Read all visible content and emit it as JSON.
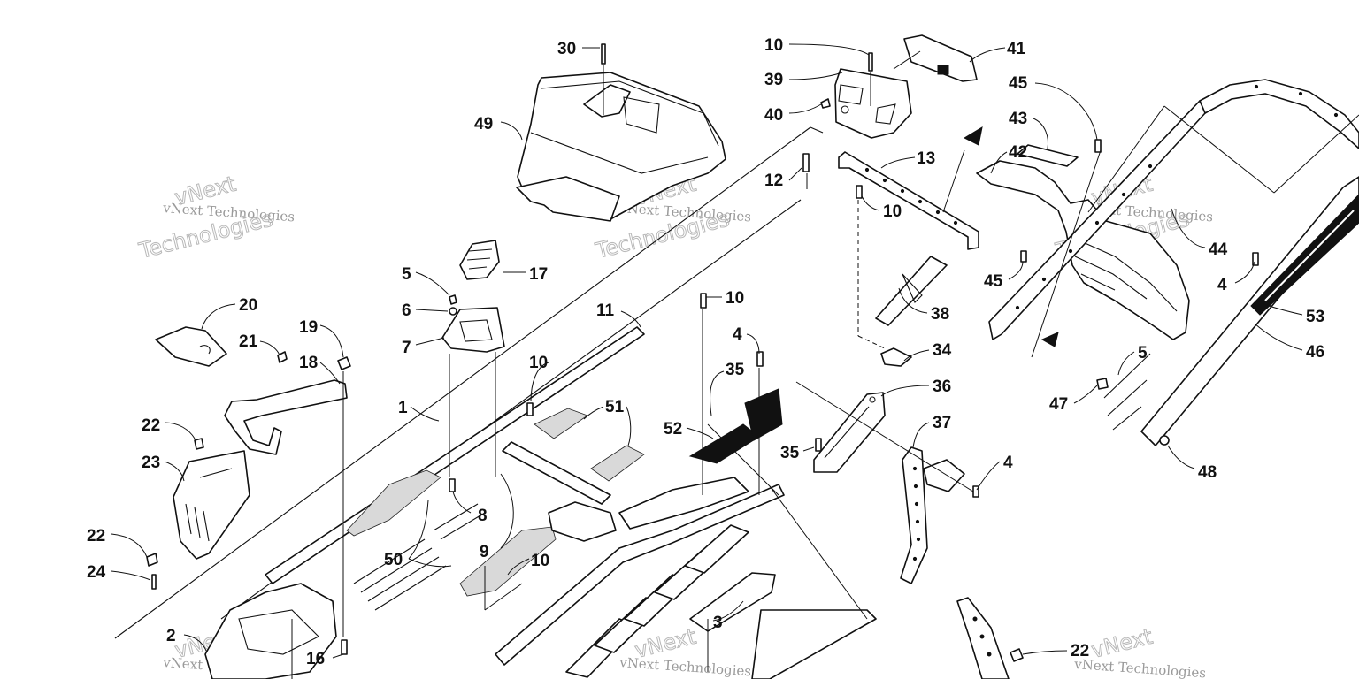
{
  "callouts": [
    {
      "id": "c30",
      "text": "30"
    },
    {
      "id": "c49",
      "text": "49"
    },
    {
      "id": "c10a",
      "text": "10"
    },
    {
      "id": "c39",
      "text": "39"
    },
    {
      "id": "c40",
      "text": "40"
    },
    {
      "id": "c41",
      "text": "41"
    },
    {
      "id": "c45a",
      "text": "45"
    },
    {
      "id": "c43",
      "text": "43"
    },
    {
      "id": "c42",
      "text": "42"
    },
    {
      "id": "c13",
      "text": "13"
    },
    {
      "id": "c12",
      "text": "12"
    },
    {
      "id": "c10b",
      "text": "10"
    },
    {
      "id": "c44",
      "text": "44"
    },
    {
      "id": "c45b",
      "text": "45"
    },
    {
      "id": "c4a",
      "text": "4"
    },
    {
      "id": "c53",
      "text": "53"
    },
    {
      "id": "c46",
      "text": "46"
    },
    {
      "id": "c5a",
      "text": "5"
    },
    {
      "id": "c47",
      "text": "47"
    },
    {
      "id": "c48",
      "text": "48"
    },
    {
      "id": "c38",
      "text": "38"
    },
    {
      "id": "c34",
      "text": "34"
    },
    {
      "id": "c36",
      "text": "36"
    },
    {
      "id": "c37",
      "text": "37"
    },
    {
      "id": "c4b",
      "text": "4"
    },
    {
      "id": "c10c",
      "text": "10"
    },
    {
      "id": "c4c",
      "text": "4"
    },
    {
      "id": "c35a",
      "text": "35"
    },
    {
      "id": "c11",
      "text": "11"
    },
    {
      "id": "c10d",
      "text": "10"
    },
    {
      "id": "c5b",
      "text": "5"
    },
    {
      "id": "c17",
      "text": "17"
    },
    {
      "id": "c6",
      "text": "6"
    },
    {
      "id": "c7",
      "text": "7"
    },
    {
      "id": "c20",
      "text": "20"
    },
    {
      "id": "c21",
      "text": "21"
    },
    {
      "id": "c19",
      "text": "19"
    },
    {
      "id": "c18",
      "text": "18"
    },
    {
      "id": "c1",
      "text": "1"
    },
    {
      "id": "c51",
      "text": "51"
    },
    {
      "id": "c52",
      "text": "52"
    },
    {
      "id": "c35b",
      "text": "35"
    },
    {
      "id": "c22a",
      "text": "22"
    },
    {
      "id": "c23",
      "text": "23"
    },
    {
      "id": "c8",
      "text": "8"
    },
    {
      "id": "c9",
      "text": "9"
    },
    {
      "id": "c10e",
      "text": "10"
    },
    {
      "id": "c50",
      "text": "50"
    },
    {
      "id": "c22b",
      "text": "22"
    },
    {
      "id": "c24",
      "text": "24"
    },
    {
      "id": "c2",
      "text": "2"
    },
    {
      "id": "c16",
      "text": "16"
    },
    {
      "id": "c3",
      "text": "3"
    },
    {
      "id": "c22c",
      "text": "22"
    }
  ],
  "watermark": {
    "line1": "vNext",
    "line2": "Technologies",
    "small": "vNext Technologies"
  },
  "colors": {
    "ink": "#111111",
    "background": "#ffffff",
    "watermark": "#b8b8b8"
  }
}
